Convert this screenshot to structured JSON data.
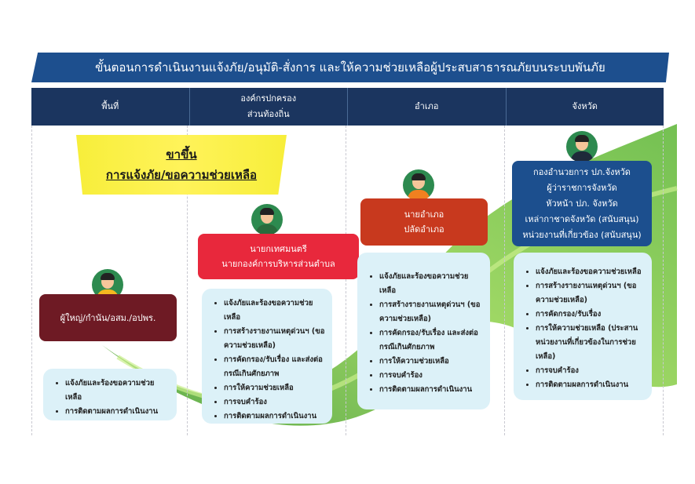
{
  "title": "ขั้นตอนการดำเนินงานแจ้งภัย/อนุมัติ-สั่งการ และให้ความช่วยเหลือผู้ประสบสาธารณภัยบนระบบพันภัย",
  "columns": [
    "พื้นที่",
    "องค์กรปกครอง\nส่วนท้องถิ่น",
    "อำเภอ",
    "จังหวัด"
  ],
  "banner": {
    "line1": "ขาขึ้น",
    "line2": "การแจ้งภัย/ขอความช่วยเหลือ"
  },
  "levels": [
    {
      "role": [
        "ผู้ใหญ่/กำนัน/อสม./อปพร."
      ],
      "items": [
        "แจ้งภัยและร้องขอความช่วยเหลือ",
        "การติดตามผลการดำเนินงาน"
      ]
    },
    {
      "role": [
        "นายกเทศมนตรี",
        "นายกองค์การบริหารส่วนตำบล"
      ],
      "items": [
        "แจ้งภัยและร้องขอความช่วยเหลือ",
        "การสร้างรายงานเหตุด่วนฯ (ขอความช่วยเหลือ)",
        "การคัดกรอง/รับเรื่อง และส่งต่อกรณีเกินศักยภาพ",
        "การให้ความช่วยเหลือ",
        "การจบคำร้อง",
        "การติดตามผลการดำเนินงาน"
      ]
    },
    {
      "role": [
        "นายอำเภอ",
        "ปลัดอำเภอ"
      ],
      "items": [
        "แจ้งภัยและร้องขอความช่วยเหลือ",
        "การสร้างรายงานเหตุด่วนฯ (ขอความช่วยเหลือ)",
        "การคัดกรอง/รับเรื่อง และส่งต่อกรณีเกินศักยภาพ",
        "การให้ความช่วยเหลือ",
        "การจบคำร้อง",
        "การติดตามผลการดำเนินงาน"
      ]
    },
    {
      "role": [
        "กองอำนวยการ ปภ.จังหวัด",
        "ผู้ว่าราชการจังหวัด",
        "หัวหน้า ปภ. จังหวัด",
        "เหล่ากาชาดจังหวัด (สนับสนุน)",
        "หน่วยงานที่เกี่ยวข้อง (สนับสนุน)"
      ],
      "items": [
        "แจ้งภัยและร้องขอความช่วยเหลือ",
        "การสร้างรายงานเหตุด่วนฯ (ขอความช่วยเหลือ)",
        "การคัดกรอง/รับเรื่อง",
        "การให้ความช่วยเหลือ (ประสานหน่วยงานที่เกี่ยวข้องในการช่วยเหลือ)",
        "การจบคำร้อง",
        "การติดตามผลการดำเนินงาน"
      ]
    }
  ],
  "colors": {
    "title": "#1d4f8e",
    "header": "#1b355f",
    "role1": "#6e1a24",
    "role2": "#e8283c",
    "role3": "#c8391e",
    "role4": "#1c4f8e",
    "list": "#dcf1f8",
    "swoosh": "#6cc13a"
  }
}
